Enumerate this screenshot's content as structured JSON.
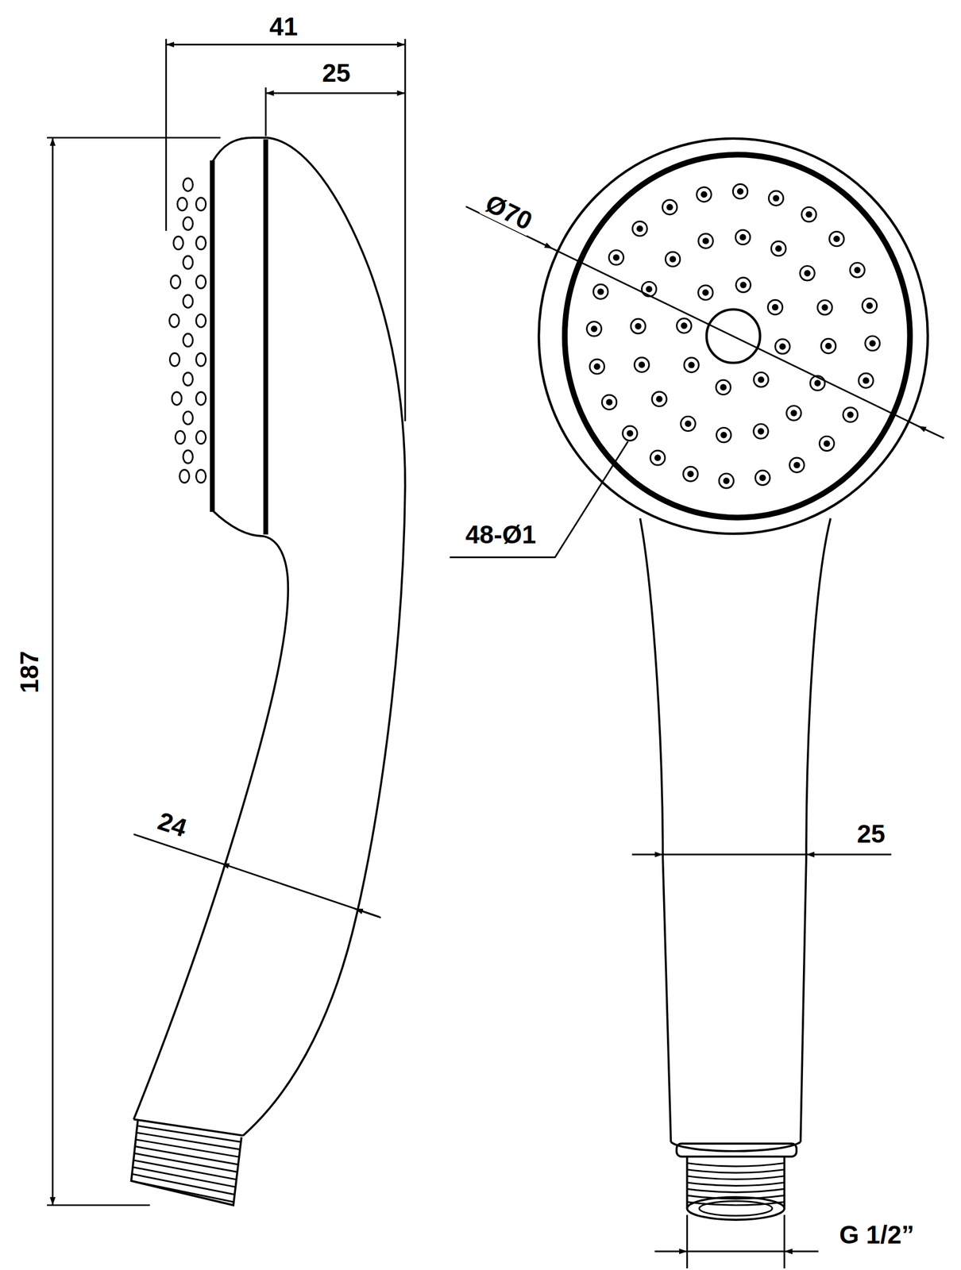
{
  "diagram": {
    "labels": [
      "41",
      "25",
      "187",
      "Ø70",
      "48-Ø1",
      "24",
      "25",
      "G 1/2”"
    ]
  }
}
